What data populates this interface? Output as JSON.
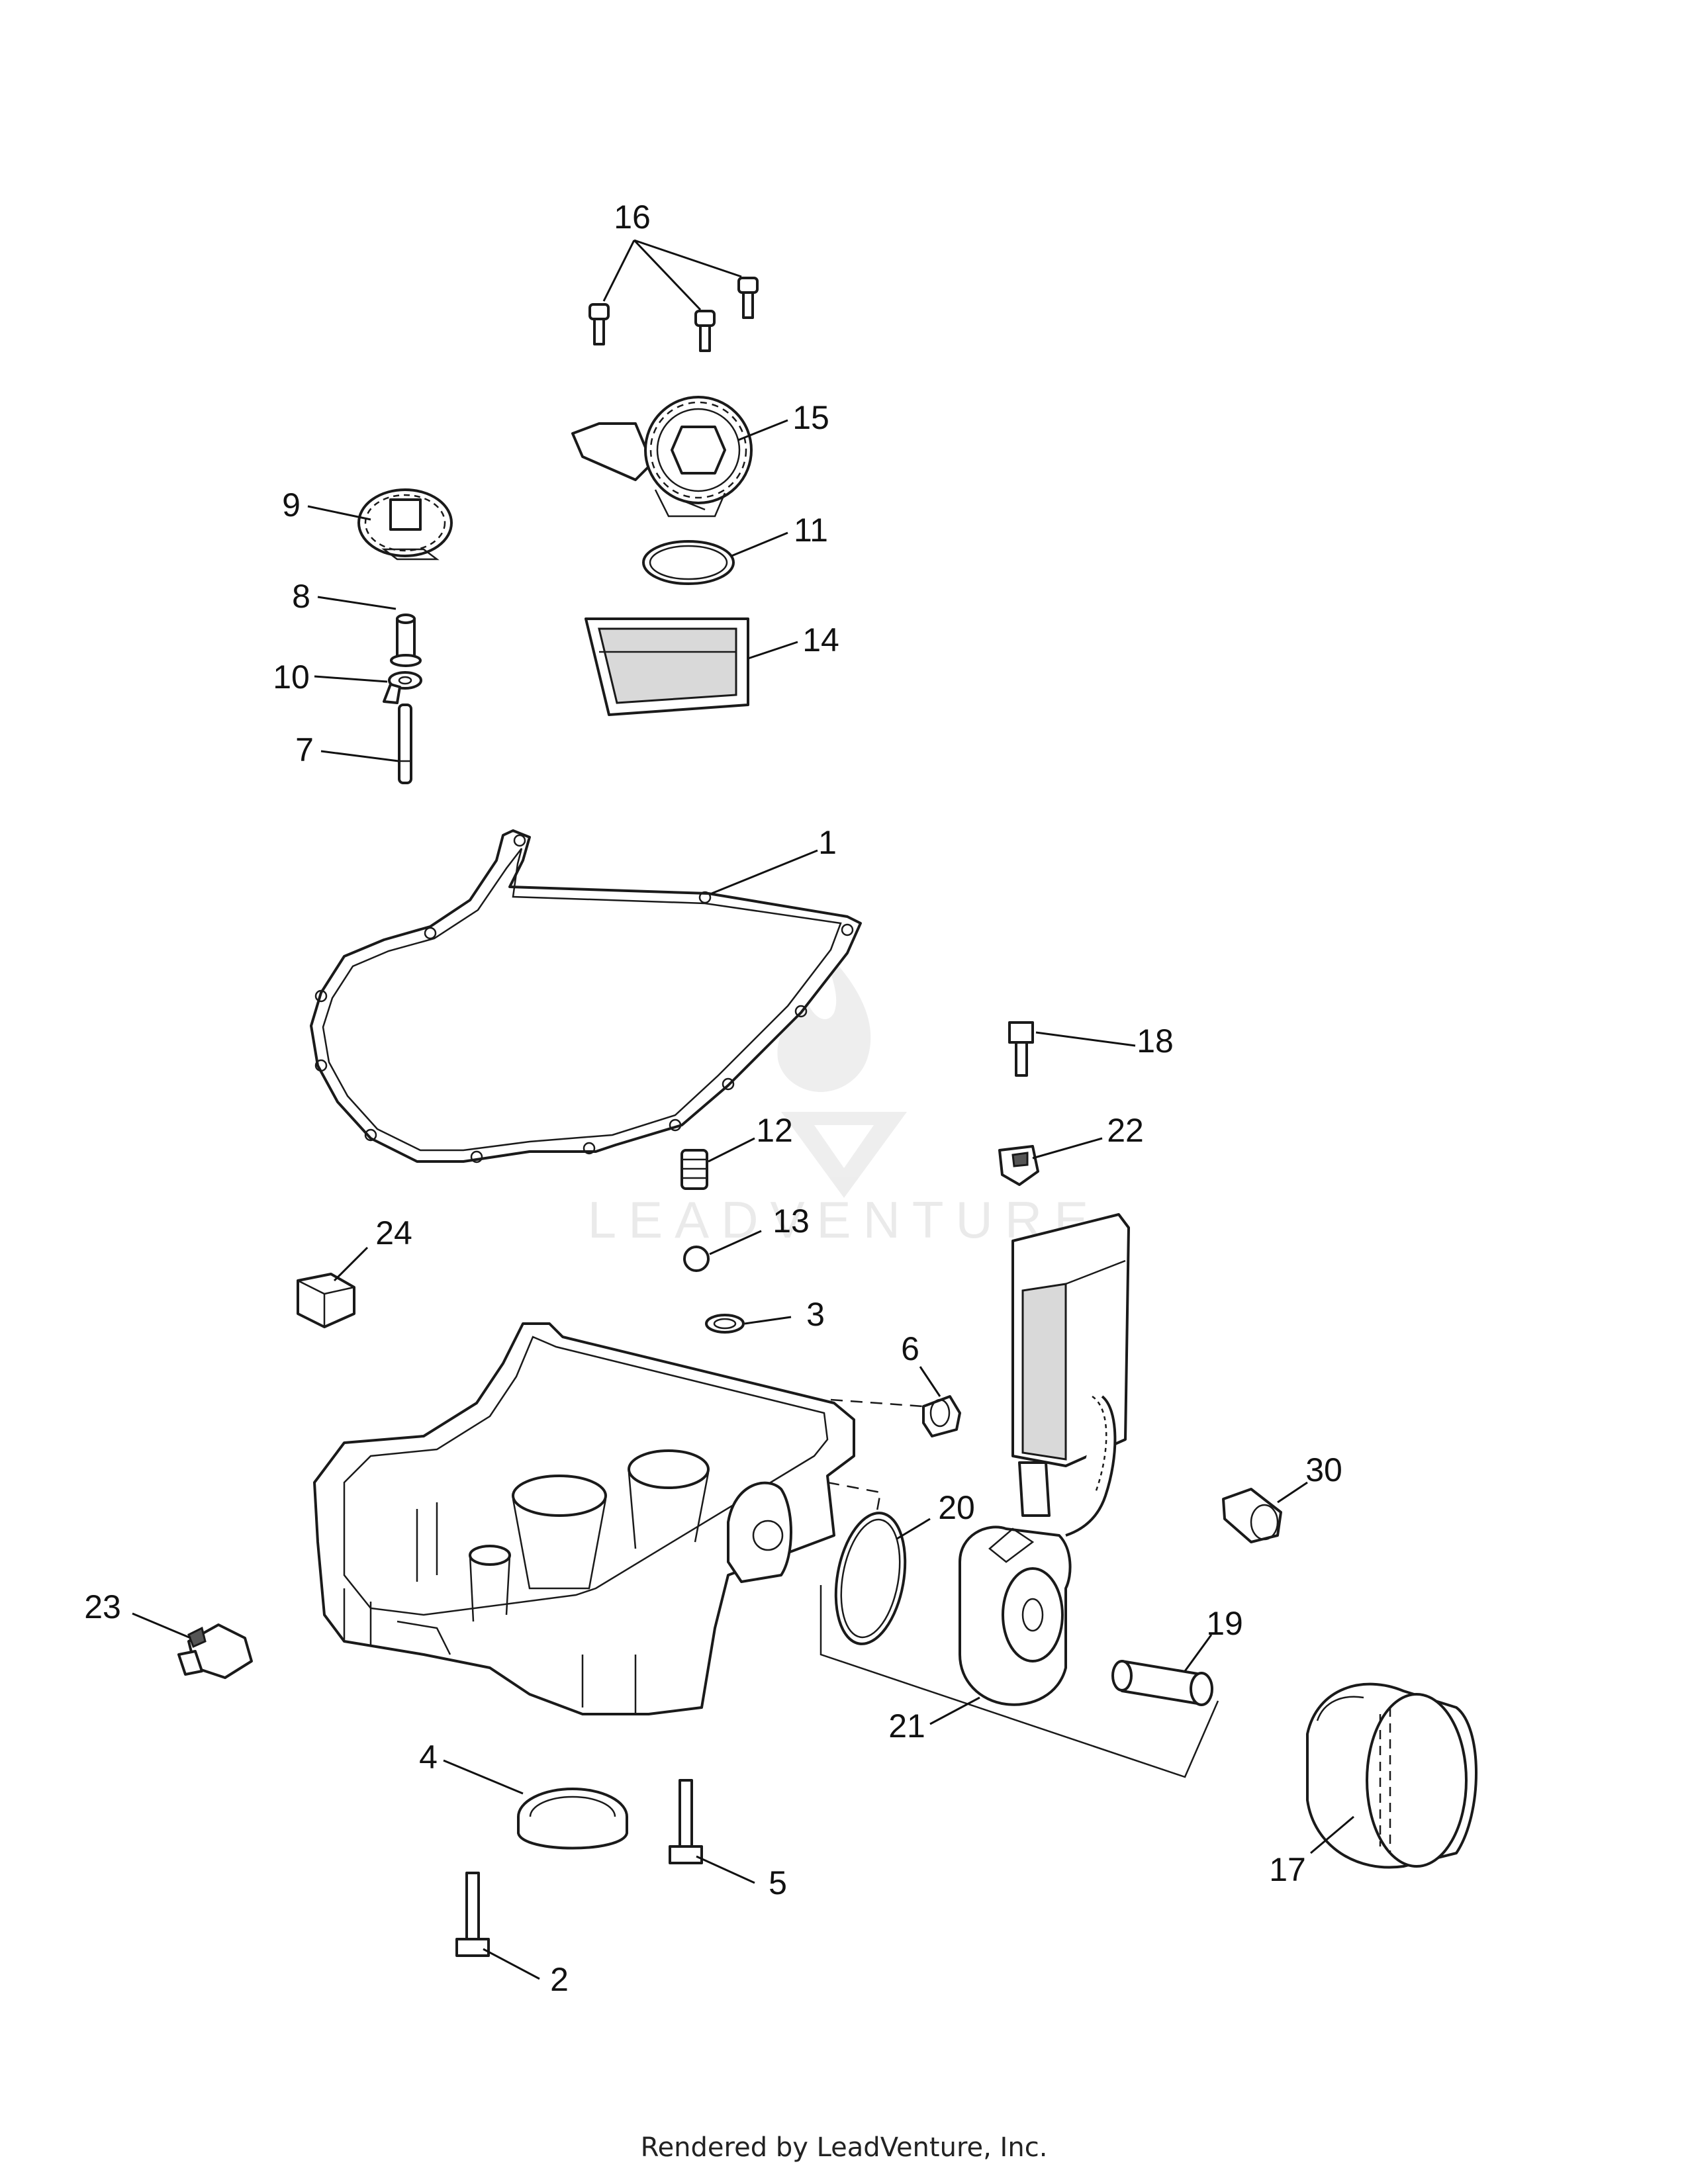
{
  "watermark": {
    "brand_text": "LEADVENTURE"
  },
  "footer": {
    "rendered_by": "Rendered by LeadVenture, Inc."
  },
  "callouts": [
    {
      "id": "c16",
      "label": "16"
    },
    {
      "id": "c15",
      "label": "15"
    },
    {
      "id": "c9",
      "label": "9"
    },
    {
      "id": "c11",
      "label": "11"
    },
    {
      "id": "c8",
      "label": "8"
    },
    {
      "id": "c14",
      "label": "14"
    },
    {
      "id": "c10",
      "label": "10"
    },
    {
      "id": "c7",
      "label": "7"
    },
    {
      "id": "c1",
      "label": "1"
    },
    {
      "id": "c18",
      "label": "18"
    },
    {
      "id": "c12",
      "label": "12"
    },
    {
      "id": "c22",
      "label": "22"
    },
    {
      "id": "c24",
      "label": "24"
    },
    {
      "id": "c13",
      "label": "13"
    },
    {
      "id": "c3",
      "label": "3"
    },
    {
      "id": "c6",
      "label": "6"
    },
    {
      "id": "c30",
      "label": "30"
    },
    {
      "id": "c20",
      "label": "20"
    },
    {
      "id": "c19",
      "label": "19"
    },
    {
      "id": "c23",
      "label": "23"
    },
    {
      "id": "c21",
      "label": "21"
    },
    {
      "id": "c4",
      "label": "4"
    },
    {
      "id": "c5",
      "label": "5"
    },
    {
      "id": "c17",
      "label": "17"
    },
    {
      "id": "c2",
      "label": "2"
    }
  ]
}
